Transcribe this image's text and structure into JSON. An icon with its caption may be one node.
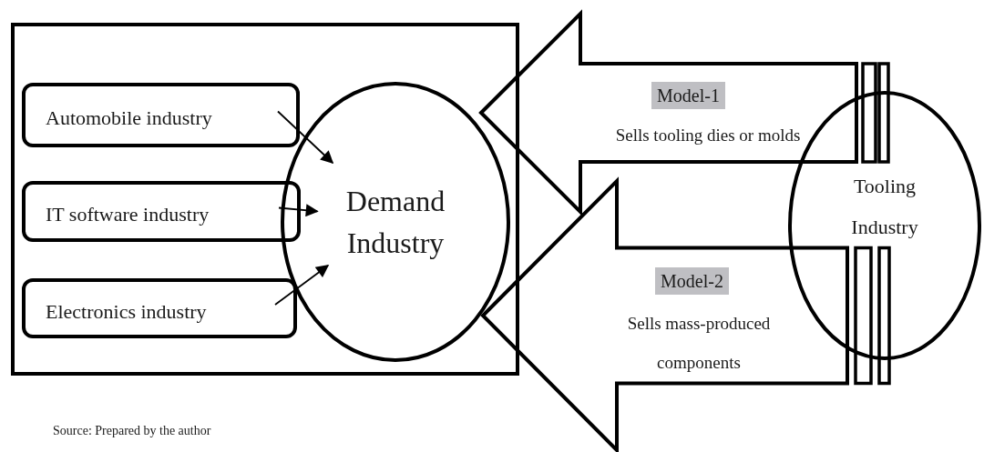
{
  "diagram": {
    "caption": "Source: Prepared by the author",
    "nodes": [
      {
        "text": [],
        "shape": "box"
      },
      {
        "text": [
          "Automobile industry"
        ],
        "in": 0
      },
      {
        "text": [
          "IT software industry"
        ],
        "in": 0
      },
      {
        "text": [
          "Electronics industry"
        ],
        "in": 0
      },
      {
        "text": [
          "Demand Industry"
        ],
        "in": 0
      },
      {
        "text": [
          "Tooling Industry"
        ]
      }
    ],
    "edges": [
      {
        "from": 1,
        "to": 4,
        "arrow": "to"
      },
      {
        "from": 2,
        "to": 4,
        "arrow": "to"
      },
      {
        "from": 3,
        "to": 4,
        "arrow": "to"
      },
      {
        "from": 5,
        "to": 4,
        "arrow": "to",
        "style": "thick",
        "label": "Model-1"
      },
      {
        "from": 5,
        "to": 4,
        "arrow": "to",
        "style": "thick",
        "label": "Model-2"
      }
    ],
    "labels": [
      "Sells tooling dies or molds",
      "Sells mass-produced components"
    ]
  }
}
